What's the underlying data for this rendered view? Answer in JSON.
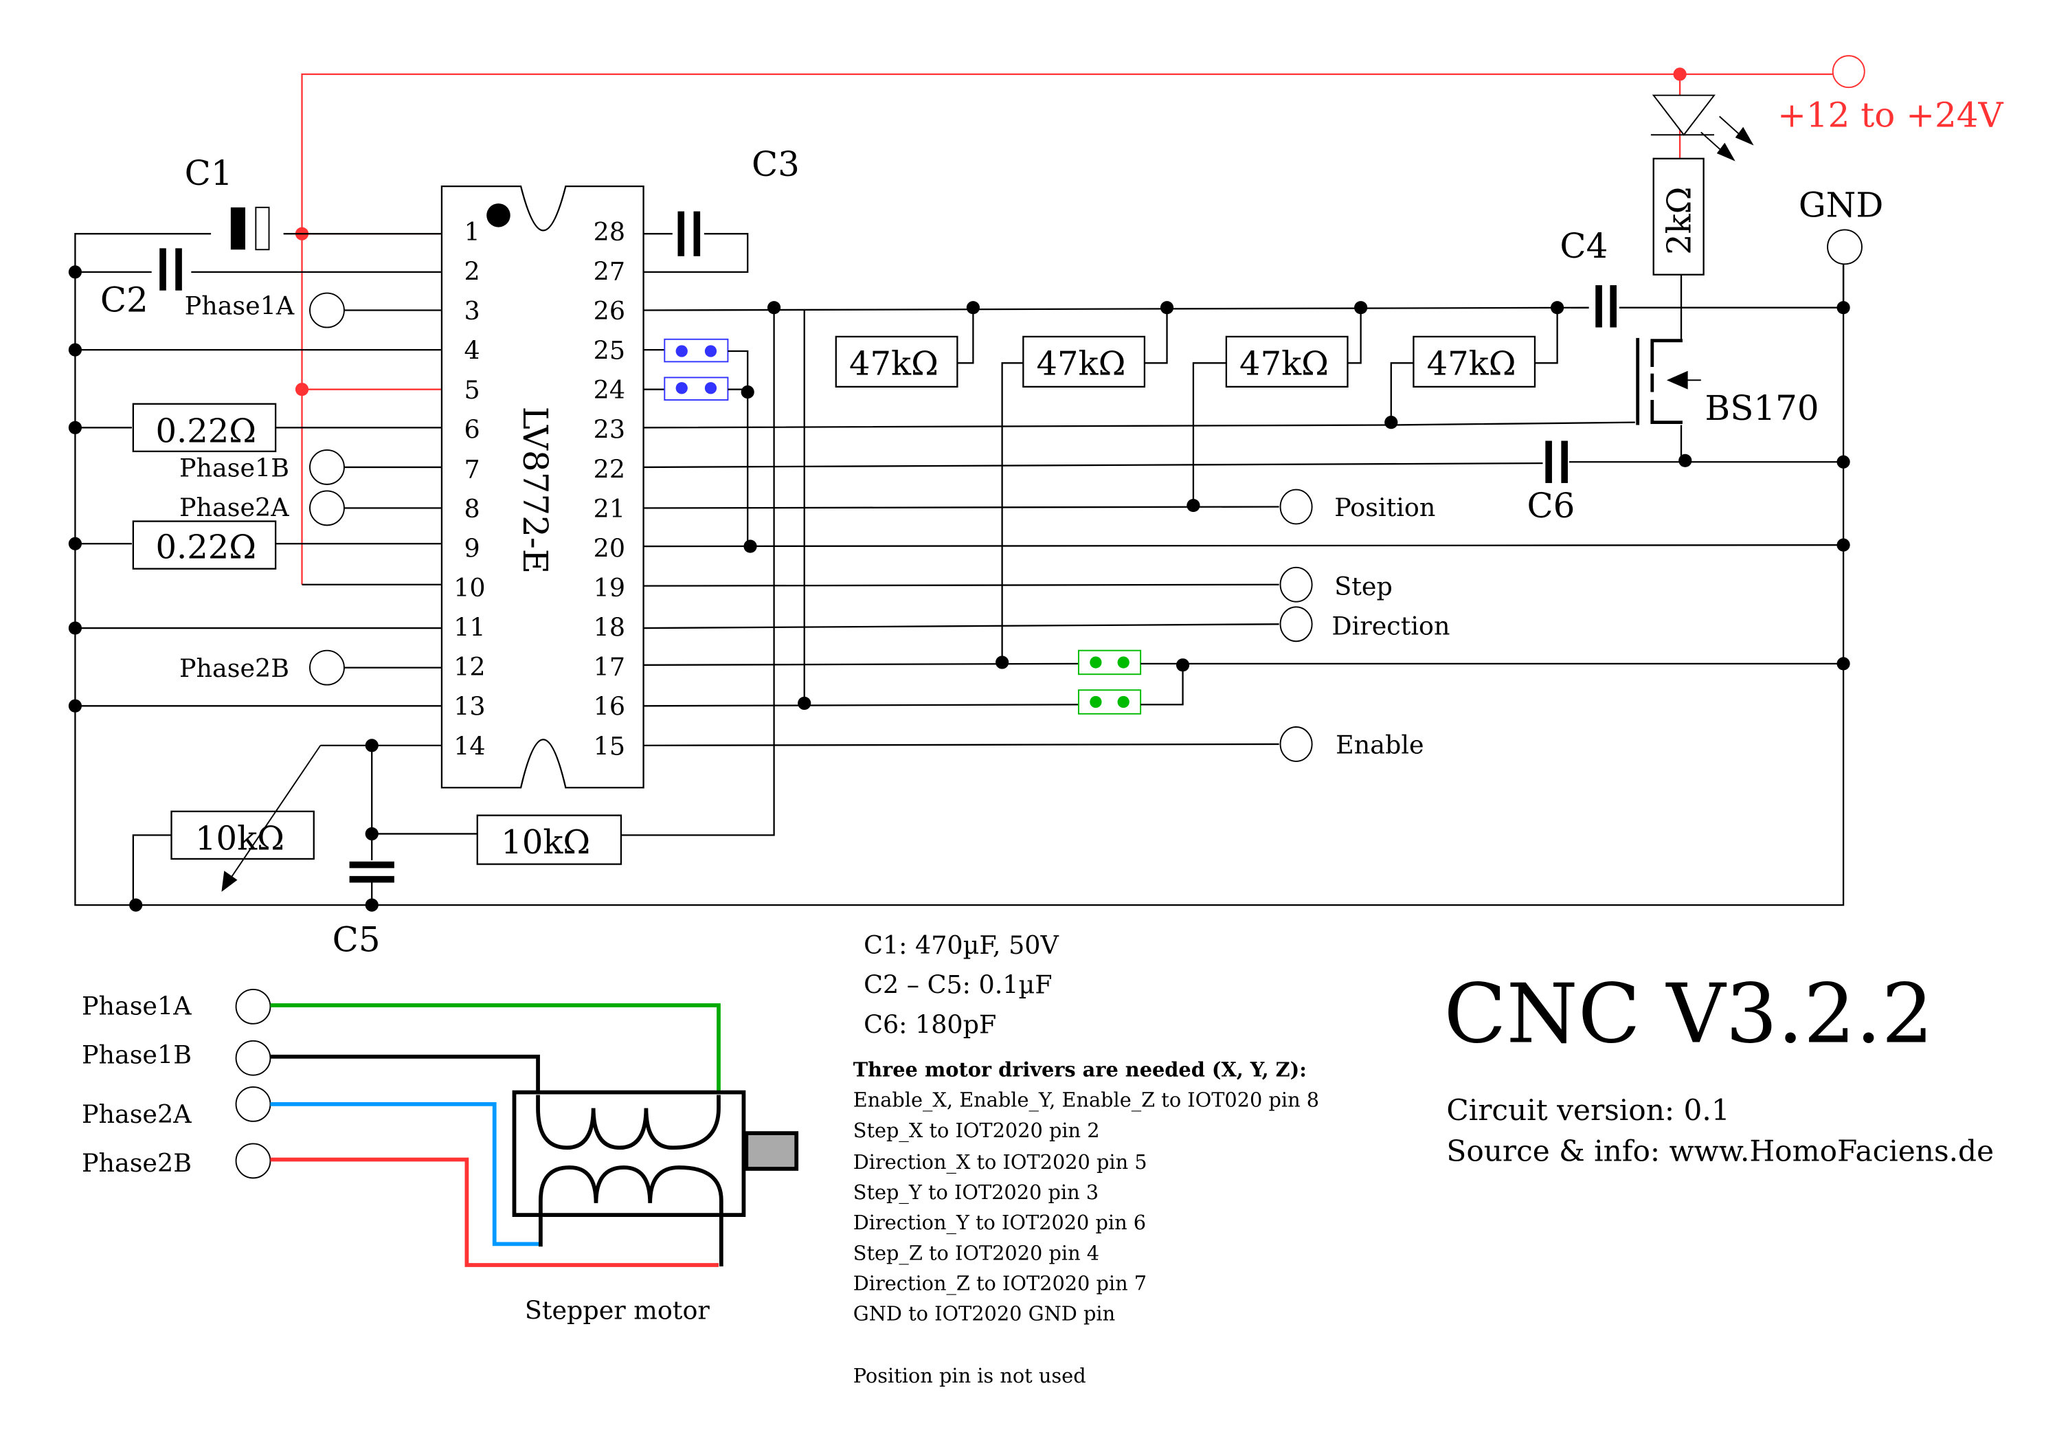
{
  "colors": {
    "power": "#ff3333",
    "jumper_blue": "#3333ff",
    "jumper_green": "#00bb00",
    "wire_phase1a": "#00aa00",
    "wire_phase1b": "#000000",
    "wire_phase2a": "#0099ff",
    "wire_phase2b": "#ff3333",
    "shaft": "#aaaaaa"
  },
  "ic": {
    "name": "LV8772-E",
    "pins_left": [
      "1",
      "2",
      "3",
      "4",
      "5",
      "6",
      "7",
      "8",
      "9",
      "10",
      "11",
      "12",
      "13",
      "14"
    ],
    "pins_right": [
      "28",
      "27",
      "26",
      "25",
      "24",
      "23",
      "22",
      "21",
      "20",
      "19",
      "18",
      "17",
      "16",
      "15"
    ]
  },
  "components": {
    "c1": "C1",
    "c2": "C2",
    "c3": "C3",
    "c4": "C4",
    "c5": "C5",
    "c6": "C6",
    "r_sense_1": "0.22Ω",
    "r_sense_2": "0.22Ω",
    "r_pot": "10kΩ",
    "r_10k": "10kΩ",
    "r_47k_1": "47kΩ",
    "r_47k_2": "47kΩ",
    "r_47k_3": "47kΩ",
    "r_47k_4": "47kΩ",
    "r_led": "2kΩ",
    "mosfet": "BS170"
  },
  "terminals": {
    "phase1a": "Phase1A",
    "phase1b": "Phase1B",
    "phase2a": "Phase2A",
    "phase2b": "Phase2B",
    "position": "Position",
    "step": "Step",
    "direction": "Direction",
    "enable": "Enable",
    "power": "+12 to +24V",
    "gnd": "GND"
  },
  "motor": {
    "label": "Stepper motor",
    "phases": [
      "Phase1A",
      "Phase1B",
      "Phase2A",
      "Phase2B"
    ]
  },
  "capacitor_values": [
    "C1:  470µF, 50V",
    "C2 – C5: 0.1µF",
    "C6: 180pF"
  ],
  "notes": {
    "heading": "Three motor drivers are needed (X, Y, Z):",
    "lines": [
      "Enable_X, Enable_Y, Enable_Z to IOT020 pin 8",
      "Step_X to IOT2020 pin 2",
      "Direction_X to IOT2020 pin 5",
      "Step_Y to IOT2020 pin 3",
      "Direction_Y to IOT2020 pin 6",
      "Step_Z to IOT2020 pin 4",
      "Direction_Z to IOT2020 pin 7",
      "GND to IOT2020 GND pin"
    ],
    "footer": "Position pin is not used"
  },
  "title": {
    "main": "CNC V3.2.2",
    "circuit_version": "Circuit version: 0.1",
    "source": "Source & info: www.HomoFaciens.de"
  }
}
